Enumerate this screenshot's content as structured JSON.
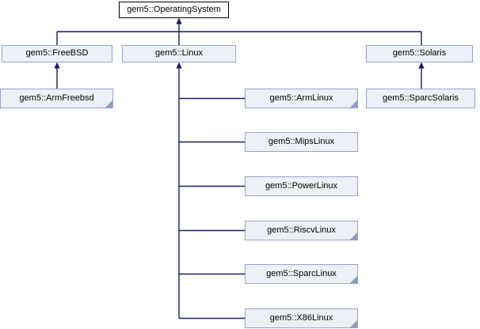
{
  "diagram": {
    "type": "class-inheritance-graph",
    "edge_color": "#191970",
    "node_border_color": "#98A4C8",
    "node_fill_color": "#EDF0F6",
    "root_node_border_color": "#000000",
    "root_node_fill_color": "#FFFFFF",
    "truncation_marker_color": "#8E9CC2",
    "nodes": [
      {
        "id": "operating-system",
        "label": "gem5::OperatingSystem",
        "parent": null,
        "truncated": false
      },
      {
        "id": "freebsd",
        "label": "gem5::FreeBSD",
        "parent": "gem5::OperatingSystem",
        "truncated": false
      },
      {
        "id": "linux",
        "label": "gem5::Linux",
        "parent": "gem5::OperatingSystem",
        "truncated": false
      },
      {
        "id": "solaris",
        "label": "gem5::Solaris",
        "parent": "gem5::OperatingSystem",
        "truncated": false
      },
      {
        "id": "arm-freebsd",
        "label": "gem5::ArmFreebsd",
        "parent": "gem5::FreeBSD",
        "truncated": true
      },
      {
        "id": "arm-linux",
        "label": "gem5::ArmLinux",
        "parent": "gem5::Linux",
        "truncated": true
      },
      {
        "id": "sparc-solaris",
        "label": "gem5::SparcSolaris",
        "parent": "gem5::Solaris",
        "truncated": false
      },
      {
        "id": "mips-linux",
        "label": "gem5::MipsLinux",
        "parent": "gem5::Linux",
        "truncated": false
      },
      {
        "id": "power-linux",
        "label": "gem5::PowerLinux",
        "parent": "gem5::Linux",
        "truncated": false
      },
      {
        "id": "riscv-linux",
        "label": "gem5::RiscvLinux",
        "parent": "gem5::Linux",
        "truncated": true
      },
      {
        "id": "sparc-linux",
        "label": "gem5::SparcLinux",
        "parent": "gem5::Linux",
        "truncated": true
      },
      {
        "id": "x86-linux",
        "label": "gem5::X86Linux",
        "parent": "gem5::Linux",
        "truncated": true
      }
    ]
  }
}
